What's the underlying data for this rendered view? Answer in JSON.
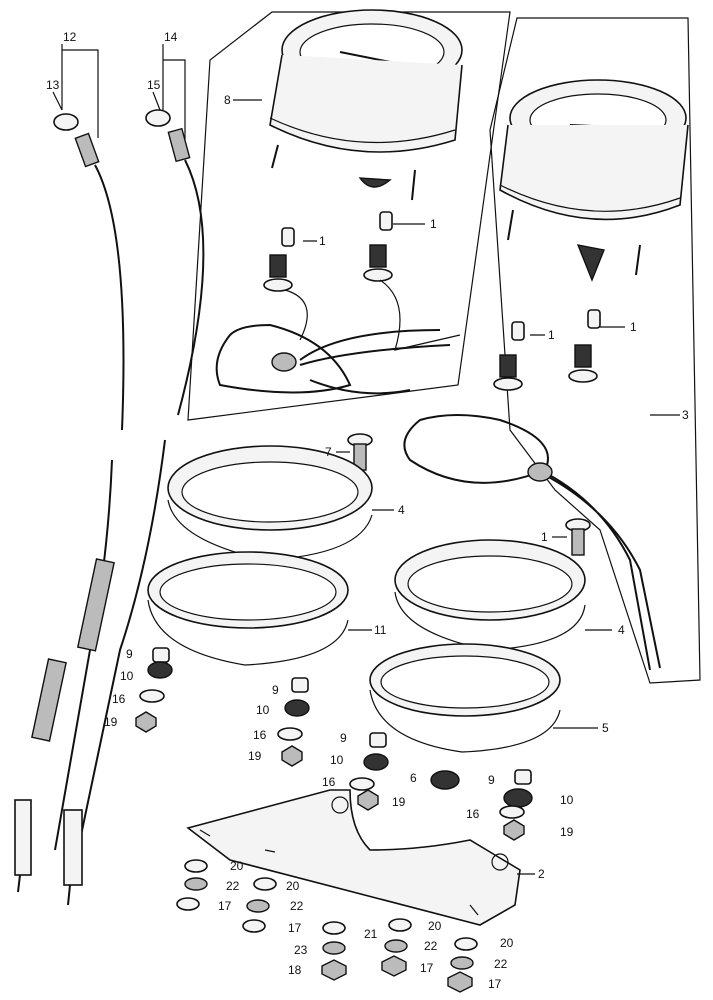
{
  "diagram": {
    "callouts": [
      {
        "id": "c12",
        "text": "12"
      },
      {
        "id": "c13",
        "text": "13"
      },
      {
        "id": "c14",
        "text": "14"
      },
      {
        "id": "c15",
        "text": "15"
      },
      {
        "id": "c8",
        "text": "8"
      },
      {
        "id": "c1a",
        "text": "1"
      },
      {
        "id": "c1b",
        "text": "1"
      },
      {
        "id": "c1c",
        "text": "1"
      },
      {
        "id": "c1d",
        "text": "1"
      },
      {
        "id": "c1e",
        "text": "1"
      },
      {
        "id": "c3",
        "text": "3"
      },
      {
        "id": "c7",
        "text": "7"
      },
      {
        "id": "c4a",
        "text": "4"
      },
      {
        "id": "c4b",
        "text": "4"
      },
      {
        "id": "c11",
        "text": "11"
      },
      {
        "id": "c5",
        "text": "5"
      },
      {
        "id": "c9a",
        "text": "9"
      },
      {
        "id": "c10a",
        "text": "10"
      },
      {
        "id": "c16a",
        "text": "16"
      },
      {
        "id": "c19a",
        "text": "19"
      },
      {
        "id": "c9b",
        "text": "9"
      },
      {
        "id": "c10b",
        "text": "10"
      },
      {
        "id": "c16b",
        "text": "16"
      },
      {
        "id": "c19b",
        "text": "19"
      },
      {
        "id": "c9c",
        "text": "9"
      },
      {
        "id": "c10c",
        "text": "10"
      },
      {
        "id": "c16c",
        "text": "16"
      },
      {
        "id": "c19c",
        "text": "19"
      },
      {
        "id": "c6",
        "text": "6"
      },
      {
        "id": "c9d",
        "text": "9"
      },
      {
        "id": "c10d",
        "text": "10"
      },
      {
        "id": "c16d",
        "text": "16"
      },
      {
        "id": "c19d",
        "text": "19"
      },
      {
        "id": "c2",
        "text": "2"
      },
      {
        "id": "c20a",
        "text": "20"
      },
      {
        "id": "c22a",
        "text": "22"
      },
      {
        "id": "c20b",
        "text": "20"
      },
      {
        "id": "c17a",
        "text": "17"
      },
      {
        "id": "c22b",
        "text": "22"
      },
      {
        "id": "c17b",
        "text": "17"
      },
      {
        "id": "c21",
        "text": "21"
      },
      {
        "id": "c20c",
        "text": "20"
      },
      {
        "id": "c23",
        "text": "23"
      },
      {
        "id": "c22c",
        "text": "22"
      },
      {
        "id": "c20d",
        "text": "20"
      },
      {
        "id": "c18",
        "text": "18"
      },
      {
        "id": "c17c",
        "text": "17"
      },
      {
        "id": "c22d",
        "text": "22"
      },
      {
        "id": "c17d",
        "text": "17"
      }
    ]
  }
}
